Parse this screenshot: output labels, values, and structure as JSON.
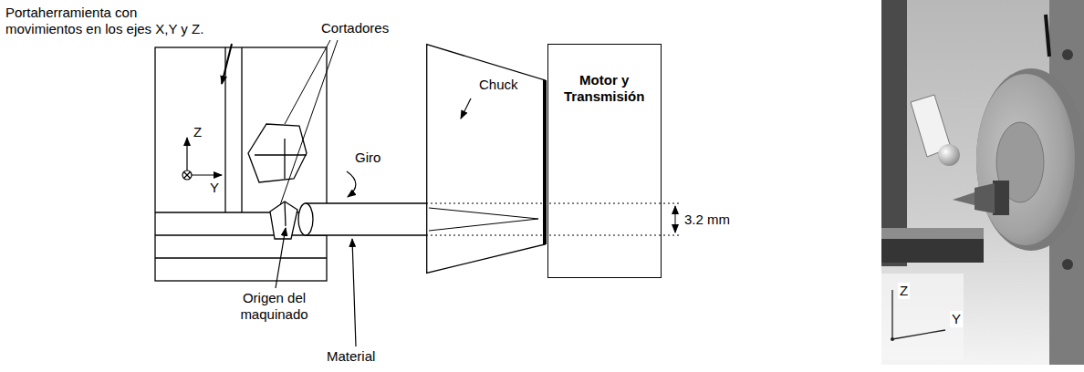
{
  "diagram": {
    "nodes": [
      {
        "text": [
          "Chuck"
        ]
      },
      {
        "text": [
          "Motor y Transmisión"
        ]
      }
    ],
    "labels": [
      "Portaherramienta con movimientos en los ejes X,Y y Z.",
      "Cortadores",
      "Z",
      "Y",
      "Giro",
      "Origen del maquinado",
      "Material",
      "3.2 mm",
      "Z",
      "Y"
    ]
  }
}
